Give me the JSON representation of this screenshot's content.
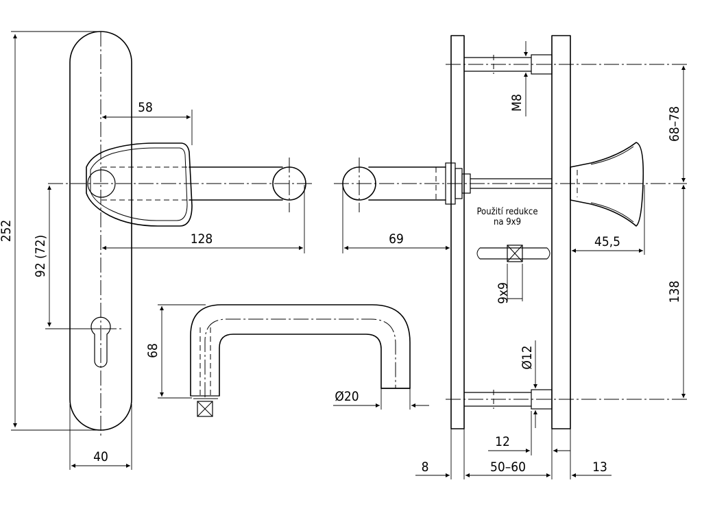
{
  "dimensions": {
    "overall_height": "252",
    "plate_width": "40",
    "handle_offset": "58",
    "handle_length": "128",
    "pitch": "92 (72)",
    "u_handle_height": "68",
    "u_handle_diameter": "Ø20",
    "rose_offset": "69",
    "screw_thread": "M8",
    "bolt_spacing_top": "68–78",
    "bolt_spacing_bottom": "138",
    "knob_length": "45,5",
    "spindle_square": "9x9",
    "bolt_diameter": "Ø12",
    "bolt_flange": "12",
    "plate_thickness": "8",
    "door_thickness": "50–60",
    "outer_plate_thickness": "13"
  },
  "notes": {
    "reduction_line1": "Použití redukce",
    "reduction_line2": "na 9x9"
  }
}
